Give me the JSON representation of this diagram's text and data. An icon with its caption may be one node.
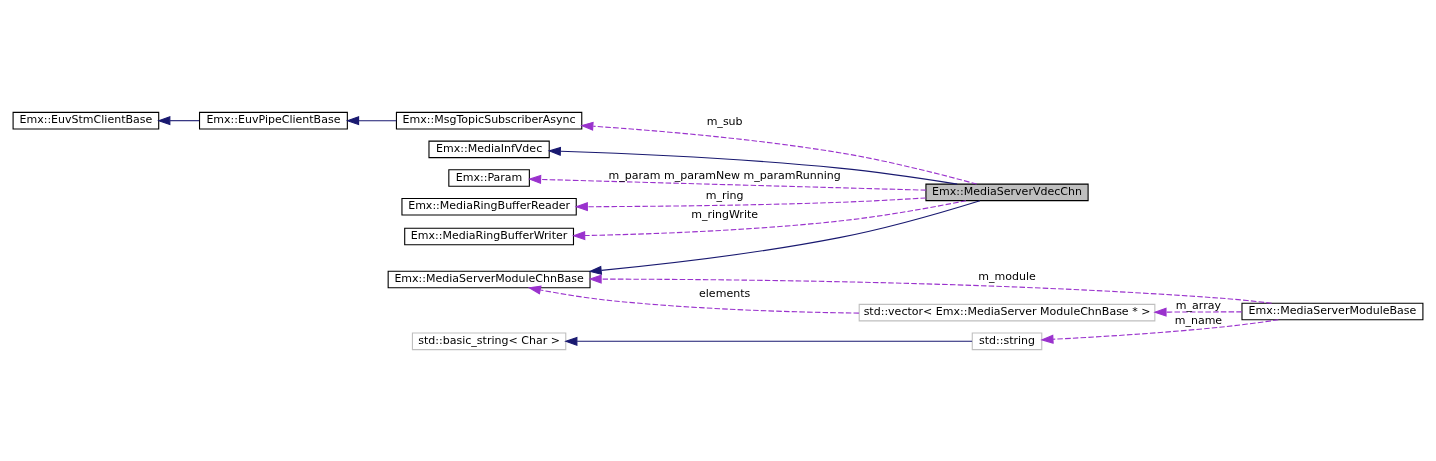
{
  "diagram": {
    "nodes": [
      {
        "text": [
          "Emx::EuvStmClientBase"
        ]
      },
      {
        "text": [
          "Emx::EuvPipeClientBase"
        ]
      },
      {
        "text": [
          "Emx::MsgTopicSubscriberAsync"
        ]
      },
      {
        "text": [
          "Emx::MediaInfVdec"
        ]
      },
      {
        "text": [
          "Emx::Param"
        ]
      },
      {
        "text": [
          "Emx::MediaRingBufferReader"
        ]
      },
      {
        "text": [
          "Emx::MediaRingBufferWriter"
        ]
      },
      {
        "text": [
          "Emx::MediaServerVdecChn"
        ]
      },
      {
        "text": [
          "Emx::MediaServerModuleChnBase"
        ]
      },
      {
        "text": [
          "std::vector< Emx::MediaServer ModuleChnBase * >"
        ]
      },
      {
        "text": [
          "Emx::MediaServerModuleBase"
        ]
      },
      {
        "text": [
          "std::basic_string< Char >"
        ]
      },
      {
        "text": [
          "std::string"
        ]
      }
    ],
    "edges": [
      {
        "from": 1,
        "to": 0,
        "arrow": "to",
        "color": "#191970"
      },
      {
        "from": 2,
        "to": 1,
        "arrow": "to",
        "color": "#191970"
      },
      {
        "from": 7,
        "to": 3,
        "arrow": "to",
        "color": "#191970"
      },
      {
        "from": 7,
        "to": 2,
        "arrow": "to",
        "label": "m_sub",
        "style": "dashed"
      },
      {
        "from": 7,
        "to": 4,
        "arrow": "to",
        "label": "m_param m_paramNew m_paramRunning",
        "style": "dashed"
      },
      {
        "from": 7,
        "to": 5,
        "arrow": "to",
        "label": "m_ring",
        "style": "dashed"
      },
      {
        "from": 7,
        "to": 6,
        "arrow": "to",
        "label": "m_ringWrite",
        "style": "dashed"
      },
      {
        "from": 7,
        "to": 8,
        "arrow": "to",
        "color": "#191970"
      },
      {
        "from": 10,
        "to": 8,
        "arrow": "to",
        "label": "m_module",
        "style": "dashed"
      },
      {
        "from": 9,
        "to": 8,
        "arrow": "to",
        "label": "elements",
        "style": "dashed"
      },
      {
        "from": 10,
        "to": 9,
        "arrow": "to",
        "label": "m_array",
        "style": "dashed"
      },
      {
        "from": 10,
        "to": 12,
        "arrow": "to",
        "label": "m_name",
        "style": "dashed"
      },
      {
        "from": 12,
        "to": 11,
        "arrow": "to",
        "color": "#191970"
      }
    ]
  }
}
